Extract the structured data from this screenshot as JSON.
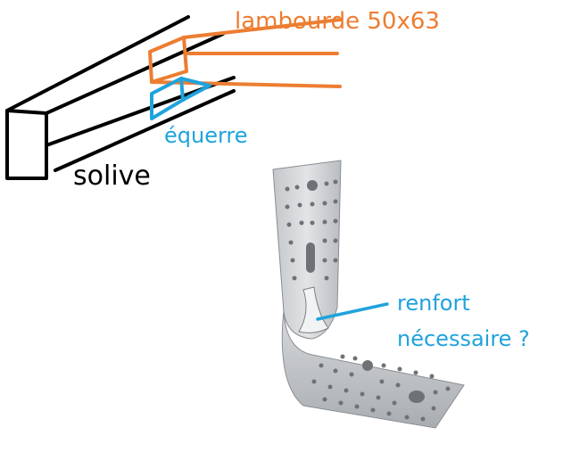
{
  "labels": {
    "joist_board": "lambourde 50x63",
    "bracket": "équerre",
    "joist": "solive",
    "reinforcement_line1": "renfort",
    "reinforcement_line2": "nécessaire ?"
  },
  "colors": {
    "sketch": "#000000",
    "orange": "#ed7d31",
    "blue": "#1fa3dc",
    "metal_light": "#dcdcdc",
    "metal_mid": "#b8bcc0",
    "metal_dark": "#8a8e92",
    "hole": "#6e7276"
  }
}
